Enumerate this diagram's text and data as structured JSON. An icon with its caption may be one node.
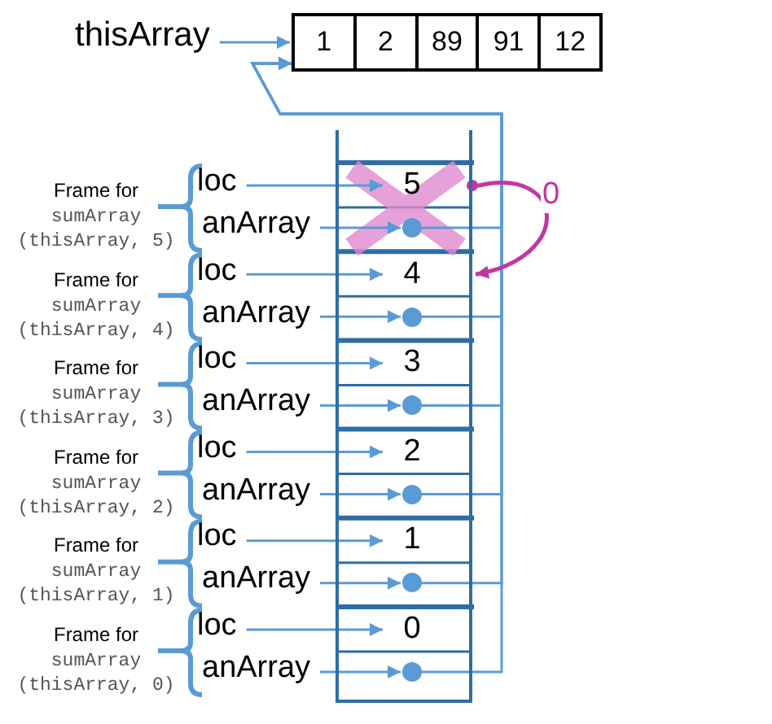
{
  "diagram": {
    "nodes": [
      {
        "text": [
          "thisArray"
        ]
      },
      {
        "text": [
          "1",
          "2",
          "89",
          "91",
          "12"
        ]
      },
      {
        "text": [],
        "shape": "box"
      },
      {
        "text": [
          "Frame for",
          "sumArray (thisArray, 5)"
        ]
      },
      {
        "text": [
          "loc"
        ]
      },
      {
        "text": [
          "anArray"
        ]
      },
      {
        "text": [
          "5"
        ],
        "in": 2
      },
      {
        "text": [],
        "shape": "circle",
        "in": 2
      },
      {
        "text": [
          "Frame for",
          "sumArray (thisArray, 4)"
        ]
      },
      {
        "text": [
          "loc"
        ]
      },
      {
        "text": [
          "anArray"
        ]
      },
      {
        "text": [
          "4"
        ],
        "in": 2
      },
      {
        "text": [],
        "shape": "circle",
        "in": 2
      },
      {
        "text": [
          "Frame for",
          "sumArray (thisArray, 3)"
        ]
      },
      {
        "text": [
          "loc"
        ]
      },
      {
        "text": [
          "anArray"
        ]
      },
      {
        "text": [
          "3"
        ],
        "in": 2
      },
      {
        "text": [],
        "shape": "circle",
        "in": 2
      },
      {
        "text": [
          "Frame for",
          "sumArray (thisArray, 2)"
        ]
      },
      {
        "text": [
          "loc"
        ]
      },
      {
        "text": [
          "anArray"
        ]
      },
      {
        "text": [
          "2"
        ],
        "in": 2
      },
      {
        "text": [],
        "shape": "circle",
        "in": 2
      },
      {
        "text": [
          "Frame for",
          "sumArray (thisArray, 1)"
        ]
      },
      {
        "text": [
          "loc"
        ]
      },
      {
        "text": [
          "anArray"
        ]
      },
      {
        "text": [
          "1"
        ],
        "in": 2
      },
      {
        "text": [],
        "shape": "circle",
        "in": 2
      },
      {
        "text": [
          "Frame for",
          "sumArray (thisArray, 0)"
        ]
      },
      {
        "text": [
          "loc"
        ]
      },
      {
        "text": [
          "anArray"
        ]
      },
      {
        "text": [
          "0"
        ],
        "in": 2
      },
      {
        "text": [],
        "shape": "circle",
        "in": 2
      }
    ],
    "edges": [
      {
        "from": 0,
        "to": 1,
        "arrow": "to"
      },
      {
        "from": 4,
        "to": 6,
        "arrow": "to"
      },
      {
        "from": 5,
        "to": 7,
        "arrow": "to"
      },
      {
        "from": 7,
        "to": 1,
        "arrow": "to"
      },
      {
        "from": 9,
        "to": 11,
        "arrow": "to"
      },
      {
        "from": 10,
        "to": 12,
        "arrow": "to"
      },
      {
        "from": 12,
        "to": 1,
        "arrow": "to"
      },
      {
        "from": 14,
        "to": 16,
        "arrow": "to"
      },
      {
        "from": 15,
        "to": 17,
        "arrow": "to"
      },
      {
        "from": 17,
        "to": 1,
        "arrow": "to"
      },
      {
        "from": 19,
        "to": 21,
        "arrow": "to"
      },
      {
        "from": 20,
        "to": 22,
        "arrow": "to"
      },
      {
        "from": 22,
        "to": 1,
        "arrow": "to"
      },
      {
        "from": 24,
        "to": 26,
        "arrow": "to"
      },
      {
        "from": 25,
        "to": 27,
        "arrow": "to"
      },
      {
        "from": 27,
        "to": 1,
        "arrow": "to"
      },
      {
        "from": 29,
        "to": 31,
        "arrow": "to"
      },
      {
        "from": 30,
        "to": 32,
        "arrow": "to"
      },
      {
        "from": 32,
        "to": 1,
        "arrow": "to"
      },
      {
        "from": 6,
        "to": 11,
        "arrow": "to",
        "label": "0",
        "color": "#c0399f"
      }
    ]
  }
}
